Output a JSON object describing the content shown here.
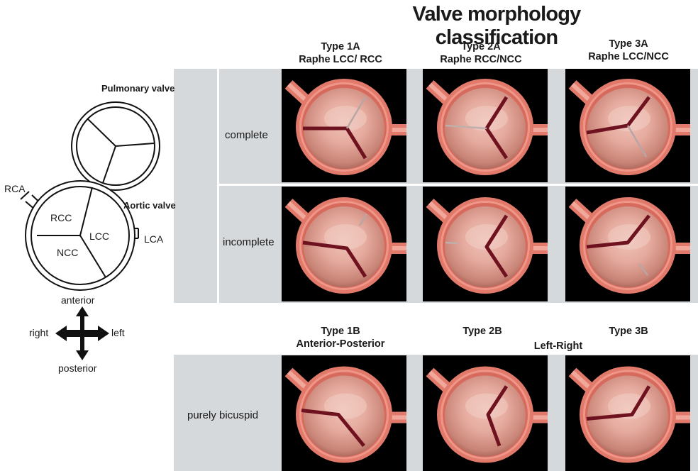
{
  "title": "Valve morphology classification",
  "columns_top": [
    {
      "type": "Type 1A",
      "raphe": "Raphe LCC/ RCC"
    },
    {
      "type": "Type 2A",
      "raphe": "Raphe RCC/NCC"
    },
    {
      "type": "Type 3A",
      "raphe": "Raphe LCC/NCC"
    }
  ],
  "columns_bottom": [
    {
      "type": "Type 1B",
      "sub": "Anterior-Posterior"
    },
    {
      "type": "Type 2B",
      "sub": ""
    },
    {
      "type": "Type 3B",
      "sub": ""
    }
  ],
  "left_right_label": "Left-Right",
  "rows": {
    "complete": "complete",
    "incomplete": "incomplete",
    "bicuspid": "purely bicuspid"
  },
  "schematic": {
    "pulmonary": "Pulmonary valve",
    "aortic": "Aortic valve",
    "rca": "RCA",
    "lca": "LCA",
    "rcc": "RCC",
    "lcc": "LCC",
    "ncc": "NCC"
  },
  "compass": {
    "anterior": "anterior",
    "posterior": "posterior",
    "right": "right",
    "left": "left"
  },
  "colors": {
    "band": "#d6d9db",
    "panel_bg": "#000000",
    "vessel_wall": "#e27a6c",
    "valve_tissue": "#e0a396",
    "raphe_line": "#6e1220"
  }
}
